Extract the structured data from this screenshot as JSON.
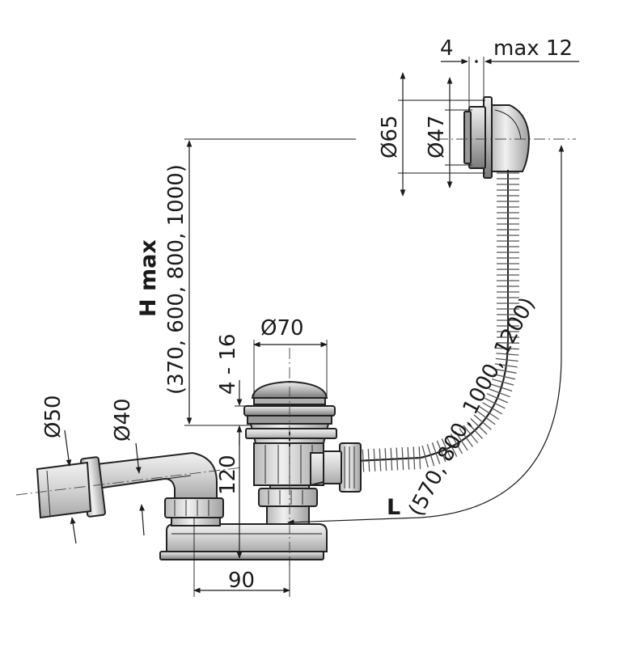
{
  "labels": {
    "d65": "Ø65",
    "d47": "Ø47",
    "dim_4": "4",
    "dim_max12": "max 12",
    "h_max": "H max",
    "h_values": "(370, 600, 800, 1000)",
    "d70": "Ø70",
    "dim_4_16": "4 - 16",
    "d50": "Ø50",
    "d40": "Ø40",
    "dim_120": "120",
    "dim_90": "90",
    "l_label": "L",
    "l_values": "(570, 800, 1000, 1200)"
  },
  "colors": {
    "line": "#1a1a1a",
    "metal_light": "#d8d8d8",
    "metal_mid": "#a8a8a8",
    "metal_dark": "#6e6e6e"
  }
}
